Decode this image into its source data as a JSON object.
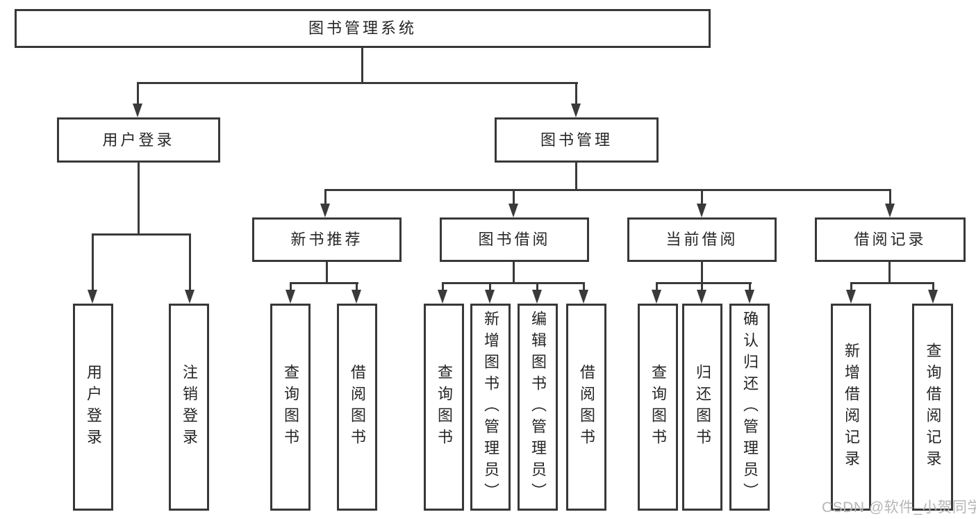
{
  "watermark": {
    "text": "CSDN @软件_小贺同学"
  },
  "colors": {
    "line": "#3a3a3a",
    "border": "#383838",
    "text": "#262626",
    "watermark": "#b6b6b6",
    "background": "#ffffff"
  },
  "tree": {
    "label": "图书管理系统",
    "children": [
      {
        "label": "用户登录",
        "children": [
          {
            "label": "用户登录"
          },
          {
            "label": "注销登录"
          }
        ]
      },
      {
        "label": "图书管理",
        "children": [
          {
            "label": "新书推荐",
            "children": [
              {
                "label": "查询图书"
              },
              {
                "label": "借阅图书"
              }
            ]
          },
          {
            "label": "图书借阅",
            "children": [
              {
                "label": "查询图书"
              },
              {
                "label": "新增图书（管理员）"
              },
              {
                "label": "编辑图书（管理员）"
              },
              {
                "label": "借阅图书"
              }
            ]
          },
          {
            "label": "当前借阅",
            "children": [
              {
                "label": "查询图书"
              },
              {
                "label": "归还图书"
              },
              {
                "label": "确认归还（管理员）"
              }
            ]
          },
          {
            "label": "借阅记录",
            "children": [
              {
                "label": "新增借阅记录"
              },
              {
                "label": "查询借阅记录"
              }
            ]
          }
        ]
      }
    ]
  }
}
